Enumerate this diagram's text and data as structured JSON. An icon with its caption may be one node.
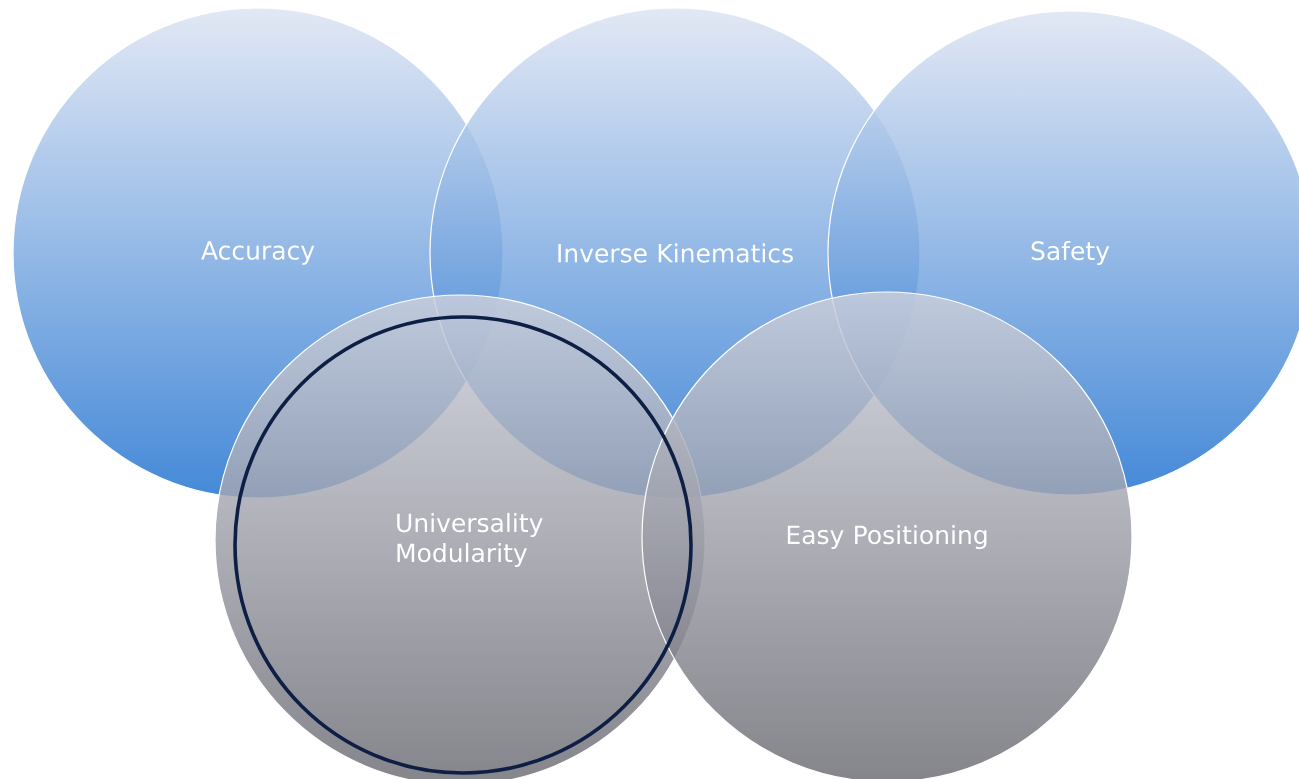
{
  "diagram": {
    "nodes": [
      {
        "text": [
          "Accuracy"
        ]
      },
      {
        "text": [
          "Inverse Kinematics"
        ]
      },
      {
        "text": [
          "Safety"
        ]
      },
      {
        "text": [
          "Universality Modularity"
        ]
      },
      {
        "text": [
          "Easy Positioning"
        ]
      }
    ]
  }
}
